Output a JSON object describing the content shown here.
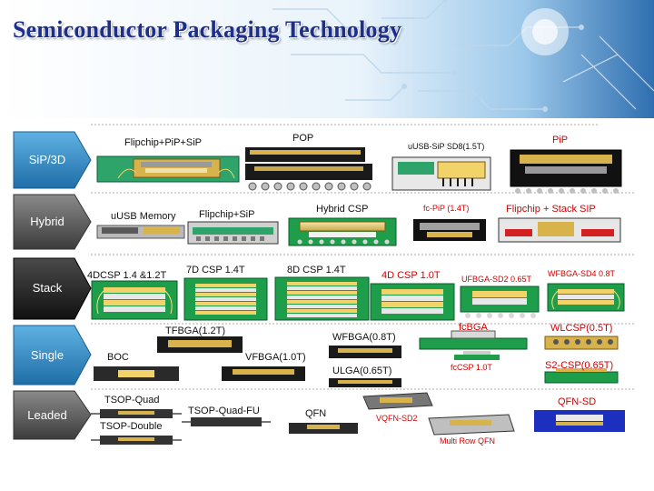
{
  "slide": {
    "title": "Semiconductor Packaging Technology",
    "colors": {
      "title": "#1d2f8a",
      "red_label": "#d40000",
      "substrate_green": "#1e9e4a"
    }
  },
  "categories": [
    {
      "label": "SiP/3D",
      "color": "#3a8fc4"
    },
    {
      "label": "Hybrid",
      "color": "#5a5a5a"
    },
    {
      "label": "Stack",
      "color": "#2a2a2a"
    },
    {
      "label": "Single",
      "color": "#3a8fc4"
    },
    {
      "label": "Leaded",
      "color": "#5a5a5a"
    }
  ],
  "rows": {
    "sip": {
      "flipchip_pip_sip": "Flipchip+PiP+SiP",
      "pop": "POP",
      "usub_sip": "uUSB-SiP SD8(1.5T)",
      "pip": "PiP"
    },
    "hybrid": {
      "usub_memory": "uUSB Memory",
      "flipchip_sip": "Flipchip+SiP",
      "hybrid_csp": "Hybrid CSP",
      "fc_pip": "fc-PiP (1.4T)",
      "flipchip_stack_sip": "Flipchip + Stack SIP"
    },
    "stack": {
      "dcsp4": "4DCSP 1.4 &1.2T",
      "csp7d": "7D CSP 1.4T",
      "csp8d": "8D CSP 1.4T",
      "csp4d": "4D CSP 1.0T",
      "ufbga_sd2": "UFBGA-SD2 0.65T",
      "wfbga_sd4": "WFBGA-SD4 0.8T"
    },
    "single": {
      "tfbga": "TFBGA(1.2T)",
      "boc": "BOC",
      "vfbga": "VFBGA(1.0T)",
      "wfbga": "WFBGA(0.8T)",
      "ulga": "ULGA(0.65T)",
      "fcbga": "fcBGA",
      "fccsp": "fcCSP 1.0T",
      "wlcsp": "WLCSP(0.5T)",
      "s2csp": "S2-CSP(0.65T)"
    },
    "leaded": {
      "tsop_quad": "TSOP-Quad",
      "tsop_double": "TSOP-Double",
      "tsop_quad_fu": "TSOP-Quad-FU",
      "qfn": "QFN",
      "vqfn_sd2": "VQFN-SD2",
      "multi_row_qfn": "Multi Row QFN",
      "qfn_sd": "QFN-SD"
    }
  }
}
